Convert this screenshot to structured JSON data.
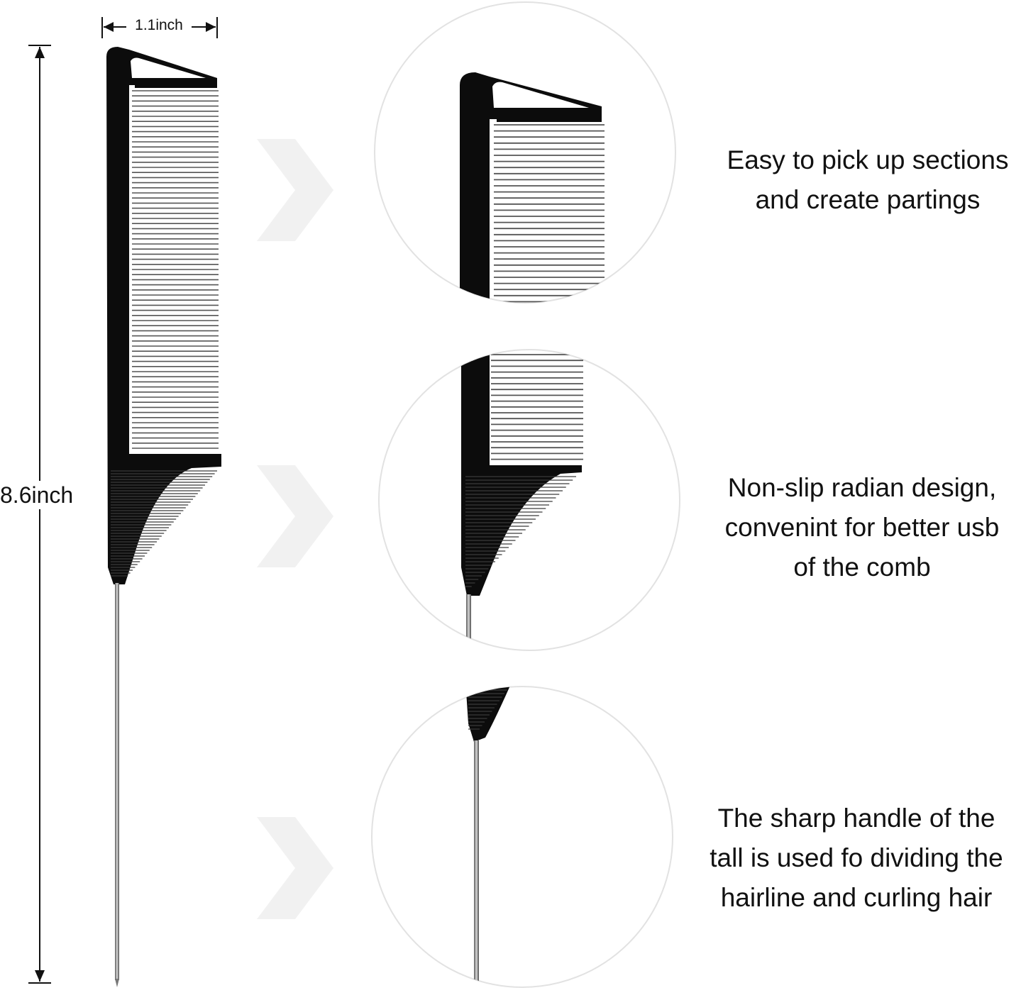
{
  "dimensions": {
    "width_label": "1.1inch",
    "height_label": "8.6inch"
  },
  "features": [
    {
      "lines": [
        "Easy to pick up sections",
        "and create partings"
      ]
    },
    {
      "lines": [
        "Non-slip radian design,",
        "convenint for better usb",
        "of the comb"
      ]
    },
    {
      "lines": [
        "The sharp handle of the",
        "tall is used fo dividing the",
        "hairline and curling hair"
      ]
    }
  ],
  "colors": {
    "comb": "#0c0c0c",
    "tooth_line": "#555555",
    "pin": "#9a9a9a",
    "circle_border": "#e2e2e2",
    "chevron": "#f1f1f1"
  },
  "icons": [
    "comb-icon",
    "chevron-right-icon",
    "magnifier-circle"
  ]
}
